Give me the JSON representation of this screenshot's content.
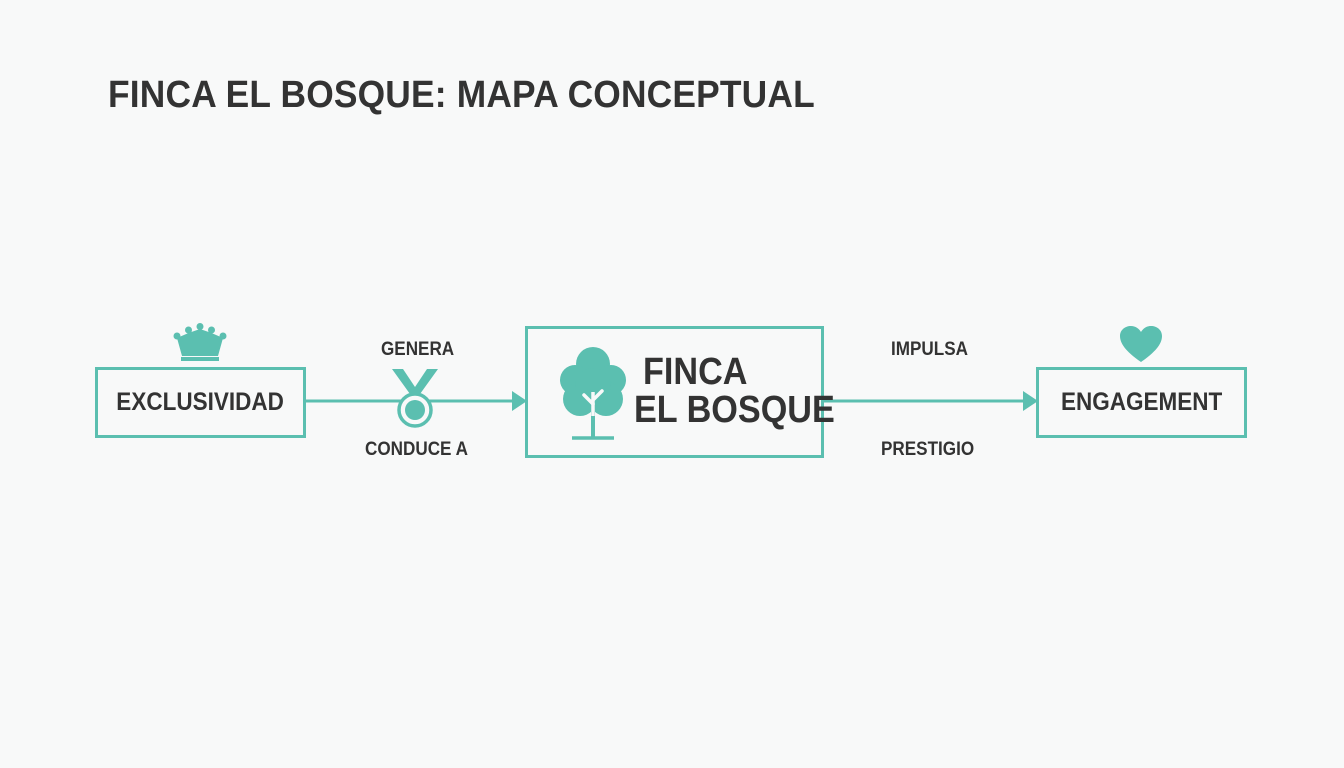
{
  "title": "FINCA EL BOSQUE: MAPA CONCEPTUAL",
  "nodes": {
    "left": {
      "label": "EXCLUSIVIDAD",
      "icon": "crown-icon"
    },
    "center": {
      "line1": "FINCA",
      "line2": "EL BOSQUE",
      "icon": "tree-icon"
    },
    "right": {
      "label": "ENGAGEMENT",
      "icon": "heart-icon"
    }
  },
  "edges": {
    "left": {
      "top_label": "GENERA",
      "bottom_label": "CONDUCE A",
      "icon": "medal-icon"
    },
    "right": {
      "top_label": "IMPULSA",
      "bottom_label": "PRESTIGIO"
    }
  },
  "colors": {
    "accent": "#5bbfb0",
    "text": "#333333",
    "background": "#f8f9f9"
  }
}
